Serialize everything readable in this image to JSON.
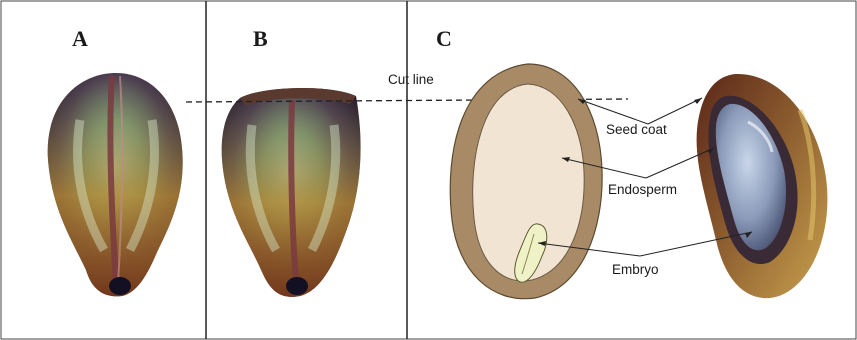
{
  "panels": [
    {
      "letter": "A"
    },
    {
      "letter": "B"
    },
    {
      "letter": "C"
    }
  ],
  "labels": {
    "cut_line": "Cut line",
    "seed_coat": "Seed coat",
    "endosperm": "Endosperm",
    "embryo": "Embryo"
  },
  "colors": {
    "seed_coat_fill": "#a88b66",
    "endosperm_fill": "#f1e4d2",
    "embryo_fill": "#eff2c6",
    "seed_dark": "#2e1c33",
    "seed_green": "#8fb58a",
    "seed_orange": "#c47a2e"
  }
}
